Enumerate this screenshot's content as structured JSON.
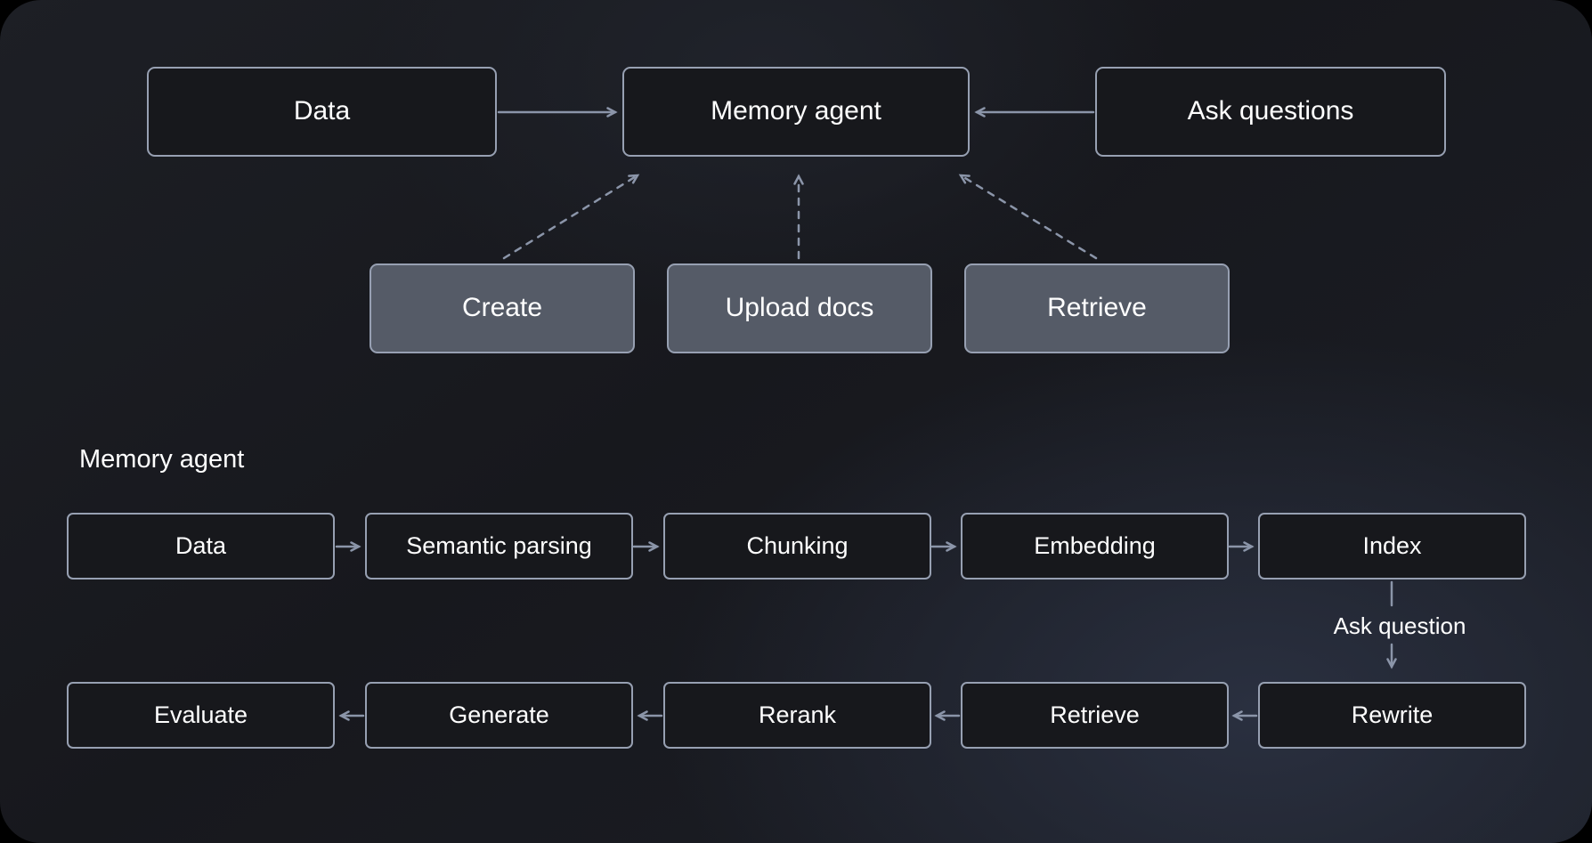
{
  "diagram": {
    "overview": {
      "data": "Data",
      "memory_agent": "Memory agent",
      "ask_questions": "Ask questions",
      "create": "Create",
      "upload_docs": "Upload docs",
      "retrieve": "Retrieve"
    },
    "section_label": "Memory agent",
    "pipeline": {
      "row1": [
        "Data",
        "Semantic parsing",
        "Chunking",
        "Embedding",
        "Index"
      ],
      "ask_question_label": "Ask question",
      "row2": [
        "Evaluate",
        "Generate",
        "Rerank",
        "Retrieve",
        "Rewrite"
      ]
    },
    "colors": {
      "canvas_background": "#17181d",
      "dark_box_fill": "#17181c",
      "gray_box_fill": "#555b67",
      "box_border": "#97a0b2",
      "arrow": "#8b95a9",
      "text": "#ffffff"
    }
  }
}
